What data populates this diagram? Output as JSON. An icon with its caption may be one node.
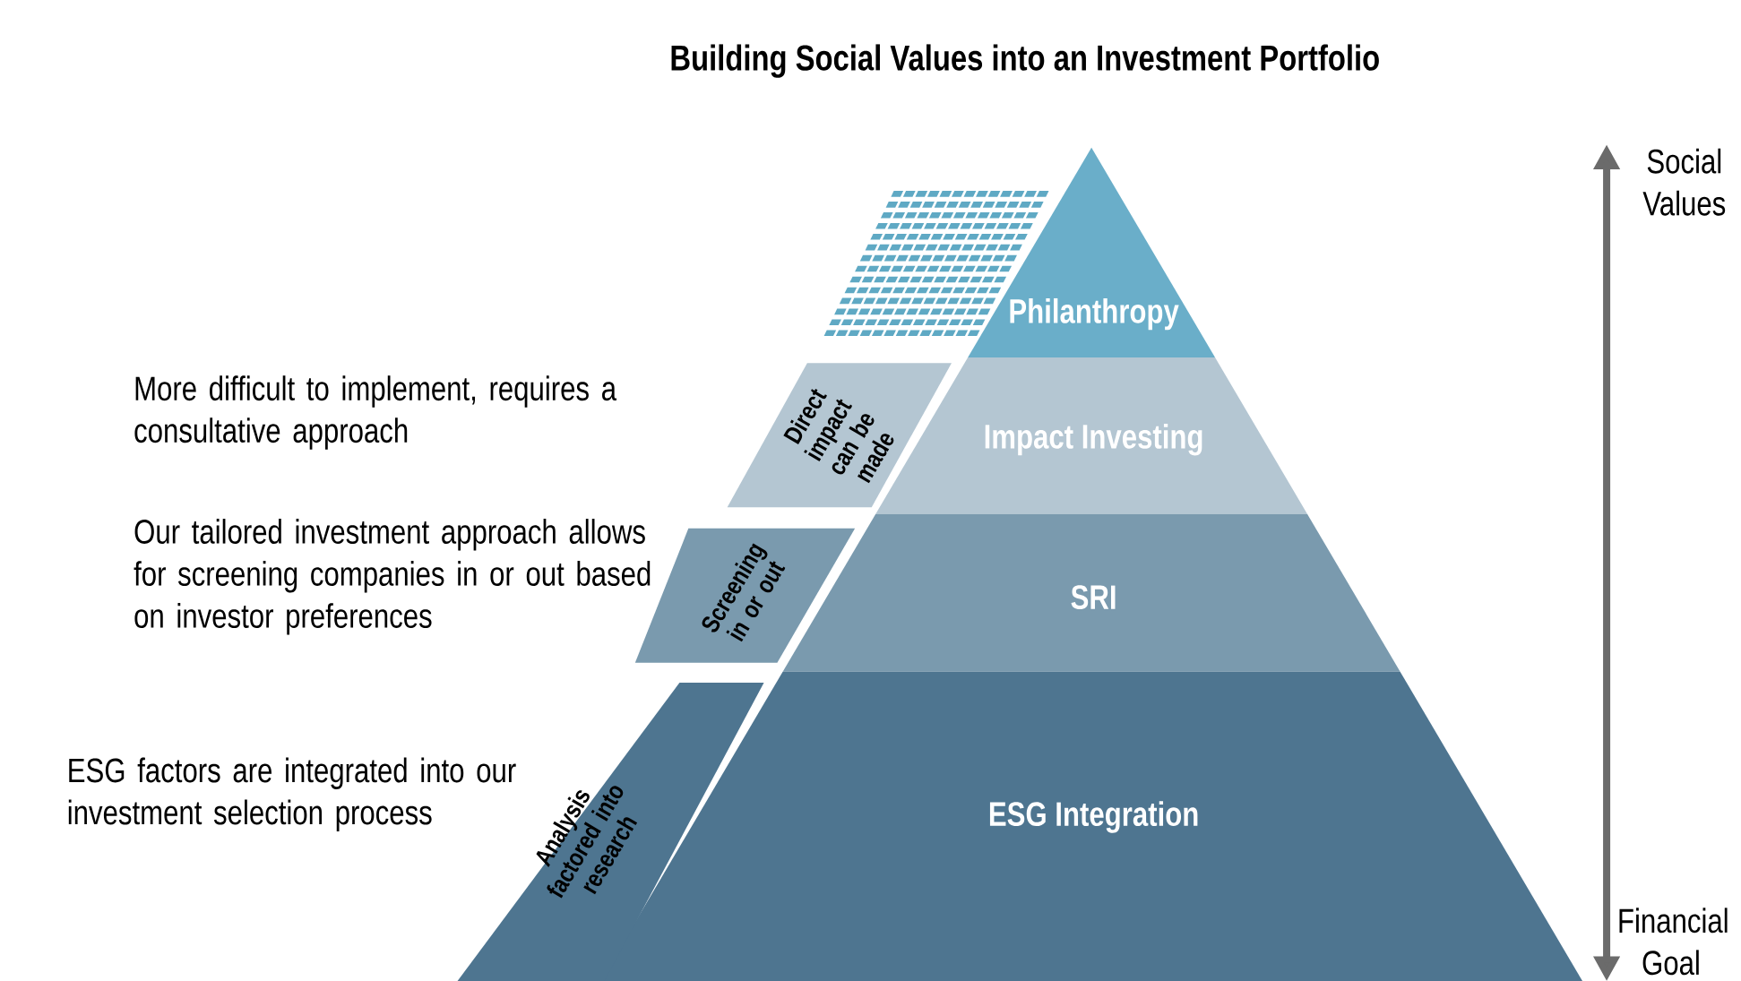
{
  "diagram": {
    "title": "Building Social Values into an Investment Portfolio",
    "nodes": [
      {
        "text": [
          "Philanthropy"
        ]
      },
      {
        "text": [
          "Impact Investing"
        ]
      },
      {
        "text": [
          "SRI"
        ]
      },
      {
        "text": [
          "ESG Integration"
        ]
      },
      {
        "text": [
          "Direct impact can be made"
        ],
        "beside": [
          "More difficult to implement, requires a consultative approach"
        ]
      },
      {
        "text": [
          "Screening in or out"
        ],
        "beside": [
          "Our tailored investment approach allows for screening companies in or out based on investor preferences"
        ]
      },
      {
        "text": [
          "Analysis factored into research"
        ],
        "beside": [
          "ESG factors are integrated into our investment selection process"
        ]
      }
    ],
    "labels": [
      "Social Values",
      "Financial Goal"
    ]
  }
}
